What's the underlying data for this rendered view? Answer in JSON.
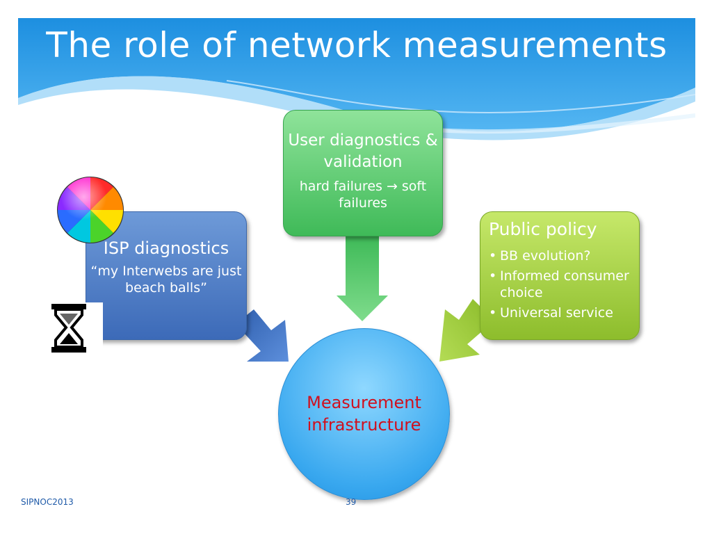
{
  "slide": {
    "title": "The role of network measurements",
    "footer": "SIPNOC2013",
    "page_number": "39"
  },
  "isp_box": {
    "heading": "ISP diagnostics",
    "quote": "“my Interwebs are just beach balls”",
    "color": "#4a78c6"
  },
  "user_box": {
    "heading": "User diagnostics & validation",
    "subtext": "hard failures → soft failures",
    "color": "#4cc063"
  },
  "policy_box": {
    "heading": "Public policy",
    "bullets": [
      "BB evolution?",
      "Informed consumer choice",
      "Universal service"
    ],
    "color": "#9cc93a"
  },
  "center": {
    "label": "Measurement infrastructure",
    "color": "#3aaaf0",
    "text_color": "#d0101e"
  },
  "icons": {
    "beach_ball": "spinning-beach-ball-icon",
    "hourglass": "hourglass-icon"
  }
}
